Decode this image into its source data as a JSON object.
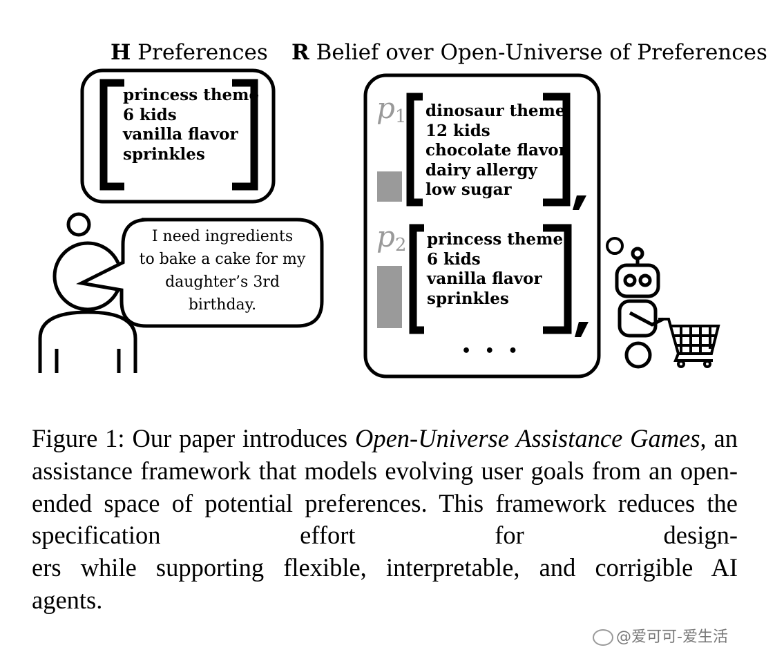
{
  "figure": {
    "human_title_bold": "H",
    "human_title": "Preferences",
    "robot_title_bold": "R",
    "robot_title": "Belief over Open-Universe of Preferences",
    "human_preferences": [
      "princess theme",
      "6 kids",
      "vanilla flavor",
      "sprinkles"
    ],
    "speech_lines": [
      "I need ingredients",
      "to bake a cake for my",
      "daughter’s 3rd",
      "birthday."
    ],
    "hypotheses": [
      {
        "label_base": "p",
        "label_sub": "1",
        "items": [
          "dinosaur theme",
          "12 kids",
          "chocolate flavor",
          "dairy allergy",
          "low sugar"
        ],
        "probability": 0.35
      },
      {
        "label_base": "p",
        "label_sub": "2",
        "items": [
          "princess theme",
          "6 kids",
          "vanilla flavor",
          "sprinkles"
        ],
        "probability": 0.72
      }
    ],
    "ellipsis": "• • •",
    "probability_bar_color": "#9a9a9a",
    "icons": [
      "person-icon",
      "thought-bubble-icon",
      "robot-icon",
      "shopping-cart-icon"
    ]
  },
  "caption": {
    "prefix": "Figure 1: Our paper introduces ",
    "emphasis": "Open-Universe Assistance Games",
    "line1_rest": ", an assistance framework that models evolving user goals from an open-ended space of potential preferences. This framework reduces the specification effort for design-",
    "last_lines": [
      "ers while supporting flexible, interpretable, and corrigible AI",
      "agents."
    ]
  },
  "watermark": "@爱可可-爱生活"
}
